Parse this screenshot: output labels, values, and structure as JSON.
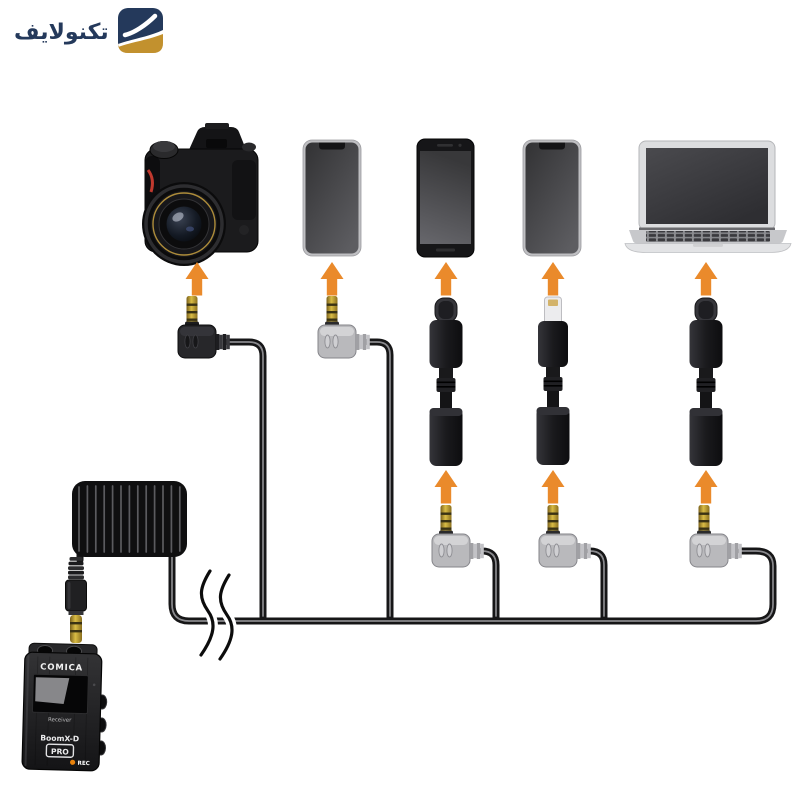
{
  "brand": {
    "name": "تكنولايف"
  },
  "colors": {
    "arrow": "#EA8A2B",
    "cable": "#161617",
    "cable_sheen": "#96969a",
    "gold": "#D9BC45",
    "logo_navy": "#24395B",
    "logo_gold": "#C2912E",
    "rec_dot": "#E8820C"
  },
  "receiver": {
    "brand": "COMICA",
    "screen_label": "Receiver",
    "model": "BoomX-D",
    "badge": "PRO",
    "rec": "REC"
  },
  "diagram": {
    "target_devices": [
      "dslr-camera",
      "smartphone-notch",
      "smartphone-android",
      "smartphone-notch",
      "laptop"
    ],
    "connectors": [
      "right-angle-3.5mm-jack-black",
      "right-angle-3.5mm-jack-gray",
      "usb-c-to-3.5mm-adapter",
      "lightning-to-3.5mm-adapter",
      "usb-c-to-3.5mm-adapter"
    ],
    "source": "coiled-3.5mm-cable-from-receiver",
    "up_arrow_count": 8
  }
}
